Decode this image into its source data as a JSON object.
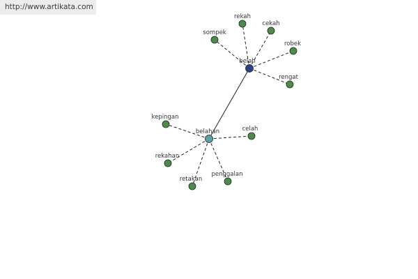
{
  "source_url": "http://www.artikata.com",
  "colors": {
    "leaf": "#4e8a4a",
    "hub_primary": "#2c3f8a",
    "hub_secondary": "#5fa0a4",
    "edge": "#222222"
  },
  "graph": {
    "hubs": [
      {
        "id": "belah",
        "label": "belah",
        "color_key": "hub_primary"
      },
      {
        "id": "belahan",
        "label": "belahan",
        "color_key": "hub_secondary"
      }
    ],
    "leaves": [
      {
        "id": "rekah",
        "label": "rekah",
        "hub": "belah"
      },
      {
        "id": "cekah",
        "label": "cekah",
        "hub": "belah"
      },
      {
        "id": "sompek",
        "label": "sompek",
        "hub": "belah"
      },
      {
        "id": "robek",
        "label": "robek",
        "hub": "belah"
      },
      {
        "id": "rengat",
        "label": "rengat",
        "hub": "belah"
      },
      {
        "id": "kepingan",
        "label": "kepingan",
        "hub": "belahan"
      },
      {
        "id": "celah",
        "label": "celah",
        "hub": "belahan"
      },
      {
        "id": "rekahan",
        "label": "rekahan",
        "hub": "belahan"
      },
      {
        "id": "retakan",
        "label": "retakan",
        "hub": "belahan"
      },
      {
        "id": "penggalan",
        "label": "penggalan",
        "hub": "belahan"
      }
    ],
    "links": [
      {
        "from": "belah",
        "to": "belahan",
        "style": "solid"
      }
    ]
  }
}
